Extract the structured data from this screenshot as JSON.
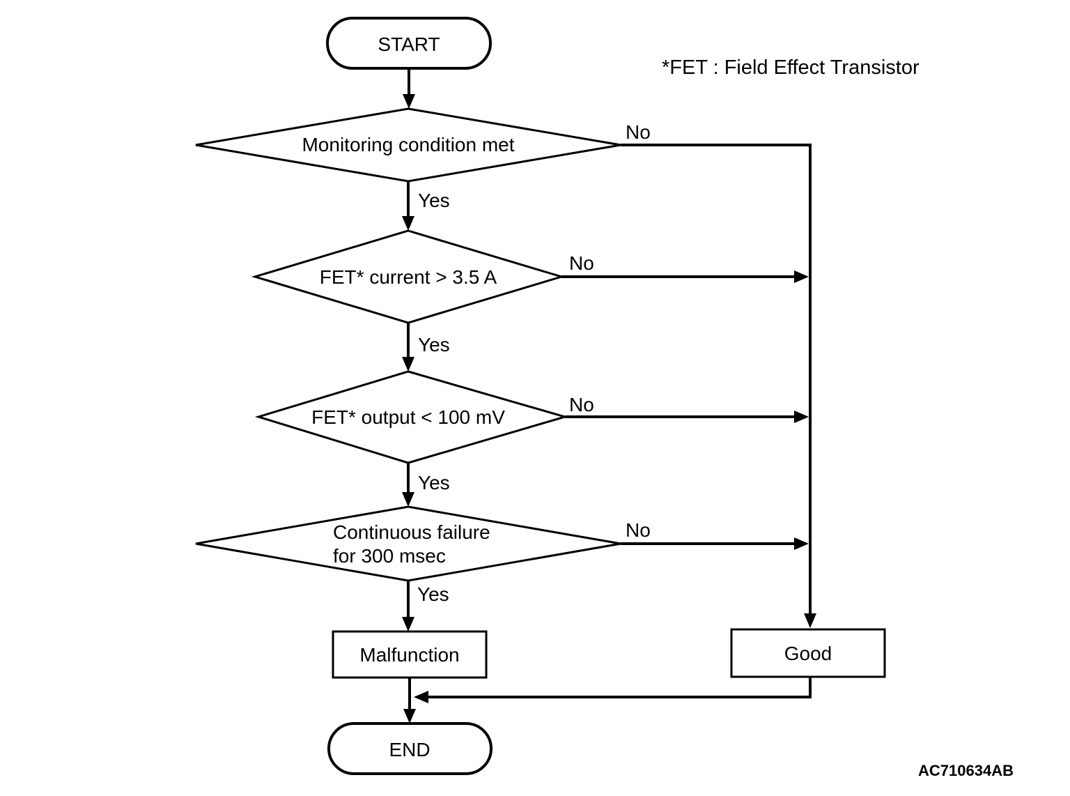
{
  "page": {
    "background_color": "#ffffff",
    "line_color": "#000000"
  },
  "note": "*FET : Field Effect Transistor",
  "figure_code": "AC710634AB",
  "flowchart": {
    "start": {
      "label": "START"
    },
    "decisions": [
      {
        "label": "Monitoring condition met",
        "yes": "Yes",
        "no": "No"
      },
      {
        "label": "FET* current > 3.5 A",
        "yes": "Yes",
        "no": "No"
      },
      {
        "label": "FET* output < 100 mV",
        "yes": "Yes",
        "no": "No"
      },
      {
        "label_line1": "Continuous failure",
        "label_line2": "for 300 msec",
        "yes": "Yes",
        "no": "No"
      }
    ],
    "outcomes": {
      "malfunction": "Malfunction",
      "good": "Good"
    },
    "end": {
      "label": "END"
    }
  }
}
